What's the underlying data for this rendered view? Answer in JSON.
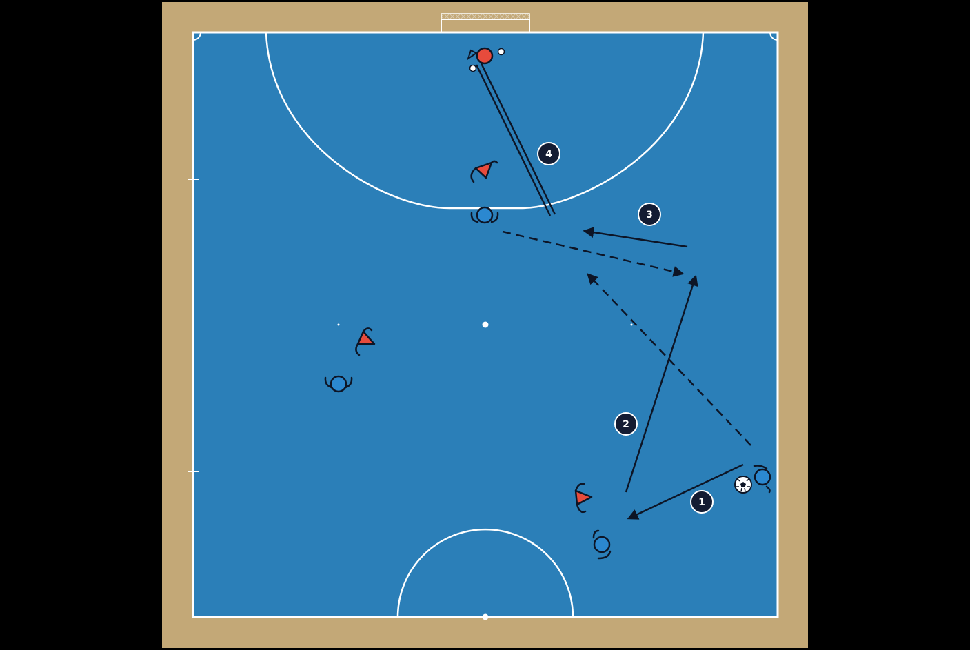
{
  "colors": {
    "background": "#000000",
    "surround": "#c3a877",
    "court": "#2b7fb8",
    "lines": "#ffffff",
    "team_attack": "#2b88d0",
    "team_defend": "#e74b3c",
    "ink": "#0d1526",
    "badge": "#141c33"
  },
  "court": {
    "markings": [
      "goal-top",
      "penalty-arc-top",
      "center-arc-bottom",
      "center-mark",
      "side-ticks",
      "corner-arcs"
    ]
  },
  "players": [
    {
      "id": "blue-top",
      "team": "attack",
      "icon": "player-circle-icon"
    },
    {
      "id": "blue-left",
      "team": "attack",
      "icon": "player-circle-icon"
    },
    {
      "id": "blue-bottom",
      "team": "attack",
      "icon": "player-circle-icon"
    },
    {
      "id": "blue-right-ball",
      "team": "attack",
      "icon": "player-circle-icon"
    },
    {
      "id": "red-goalkeeper",
      "team": "defend",
      "icon": "goalkeeper-icon"
    },
    {
      "id": "red-top",
      "team": "defend",
      "icon": "cone-defender-icon"
    },
    {
      "id": "red-left",
      "team": "defend",
      "icon": "cone-defender-icon"
    },
    {
      "id": "red-bottom",
      "team": "defend",
      "icon": "cone-defender-icon"
    }
  ],
  "ball": {
    "icon": "soccer-ball-icon"
  },
  "steps": [
    {
      "label": "1",
      "type": "pass",
      "style": "solid-arrow"
    },
    {
      "label": "2",
      "type": "pass",
      "style": "solid-arrow"
    },
    {
      "label": "3",
      "type": "pass",
      "style": "solid-arrow"
    },
    {
      "label": "4",
      "type": "shot",
      "style": "double-line"
    }
  ],
  "runs": [
    {
      "style": "dashed-arrow"
    },
    {
      "style": "dashed-arrow"
    }
  ]
}
